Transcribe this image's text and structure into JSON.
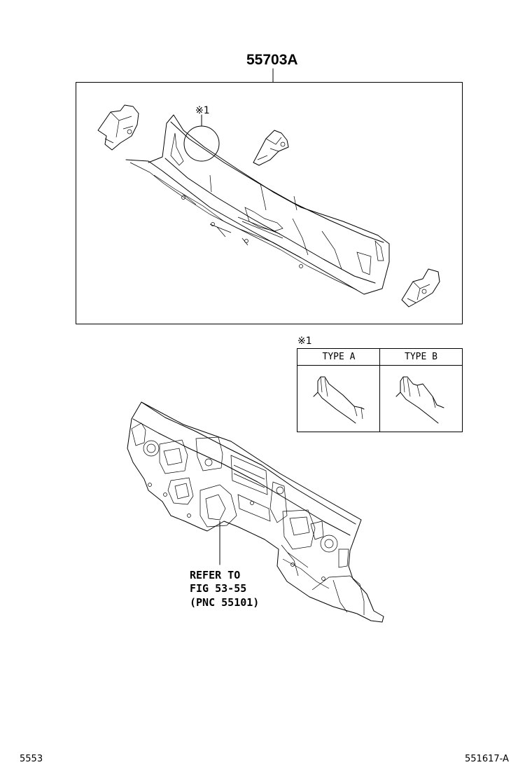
{
  "assembly": {
    "part_number": "55703A",
    "note_marker": "※1"
  },
  "legend": {
    "marker": "※1",
    "type_a": "TYPE A",
    "type_b": "TYPE B"
  },
  "reference": {
    "line1": "REFER TO",
    "line2": "FIG 53-55",
    "line3": "(PNC 55101)"
  },
  "footer": {
    "left_code": "5553",
    "right_code": "551617-A"
  },
  "icons": [
    "cowl-panel-drawing",
    "bracket-drawing",
    "dash-panel-drawing",
    "type-a-section",
    "type-b-section"
  ]
}
